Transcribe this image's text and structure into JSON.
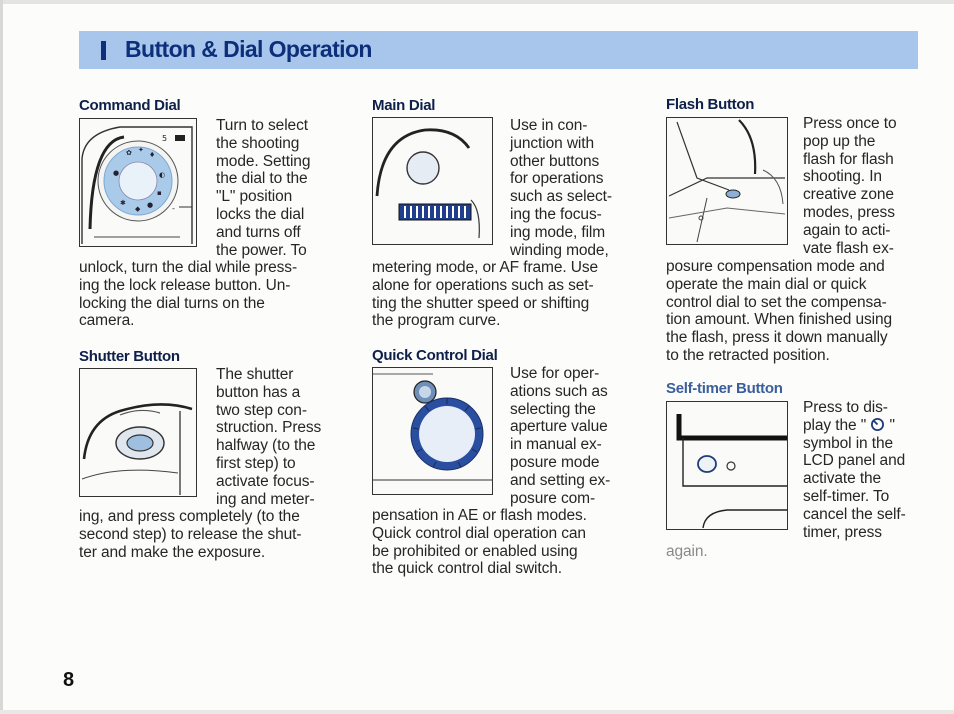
{
  "header": {
    "title": "Button & Dial Operation"
  },
  "page_number": "8",
  "sections": {
    "command_dial": {
      "heading": "Command Dial",
      "side_text": "Turn to select\nthe shooting\nmode. Setting\nthe dial to the\n\"L\" position\nlocks the dial\nand turns off\nthe power. To",
      "bottom_text": "unlock, turn the dial while press-\ning the lock release button. Un-\nlocking the dial turns on the\ncamera."
    },
    "shutter_button": {
      "heading": "Shutter Button",
      "side_text": "The shutter\nbutton has a\ntwo step con-\nstruction. Press\nhalfway (to the\nfirst step) to\nactivate focus-\ning and meter-",
      "bottom_text": "ing, and press completely (to the\nsecond step) to release the shut-\nter and make the exposure."
    },
    "main_dial": {
      "heading": "Main Dial",
      "side_text": "Use in con-\njunction with\nother buttons\nfor operations\nsuch as select-\ning the focus-\ning mode, film\nwinding mode,",
      "bottom_text": "metering mode, or AF frame. Use\nalone for operations such as set-\nting the shutter speed or shifting\nthe program curve."
    },
    "quick_control_dial": {
      "heading": "Quick Control Dial",
      "side_text": "Use for oper-\nations such as\nselecting the\naperture value\nin manual ex-\nposure mode\nand setting ex-\nposure com-",
      "bottom_text": "pensation in AE or flash modes.\nQuick control dial operation can\nbe prohibited or enabled using\nthe quick control dial switch."
    },
    "flash_button": {
      "heading": "Flash Button",
      "side_text": "Press once to\npop up the\nflash for flash\nshooting. In\ncreative zone\nmodes, press\nagain to acti-\nvate flash ex-",
      "bottom_text": "posure compensation mode and\noperate the main dial or quick\ncontrol dial to set the compensa-\ntion amount. When finished using\nthe flash, press it down manually\nto the retracted position."
    },
    "self_timer_button": {
      "heading": "Self-timer Button",
      "side_text_before": "Press to dis-\nplay the \" ",
      "side_text_after": " \"\nsymbol in the\nLCD panel and\nactivate the\nself-timer. To\ncancel the self-\ntimer, press",
      "bottom_text": "again."
    }
  },
  "icons": {
    "self_timer_symbol": "self-timer-icon",
    "banner_marker": "bar-marker"
  },
  "colors": {
    "banner": "#a8c6ec",
    "title": "#0d2f7a",
    "heading_dark": "#0e1f4a",
    "heading_blue": "#3a5f9a"
  }
}
